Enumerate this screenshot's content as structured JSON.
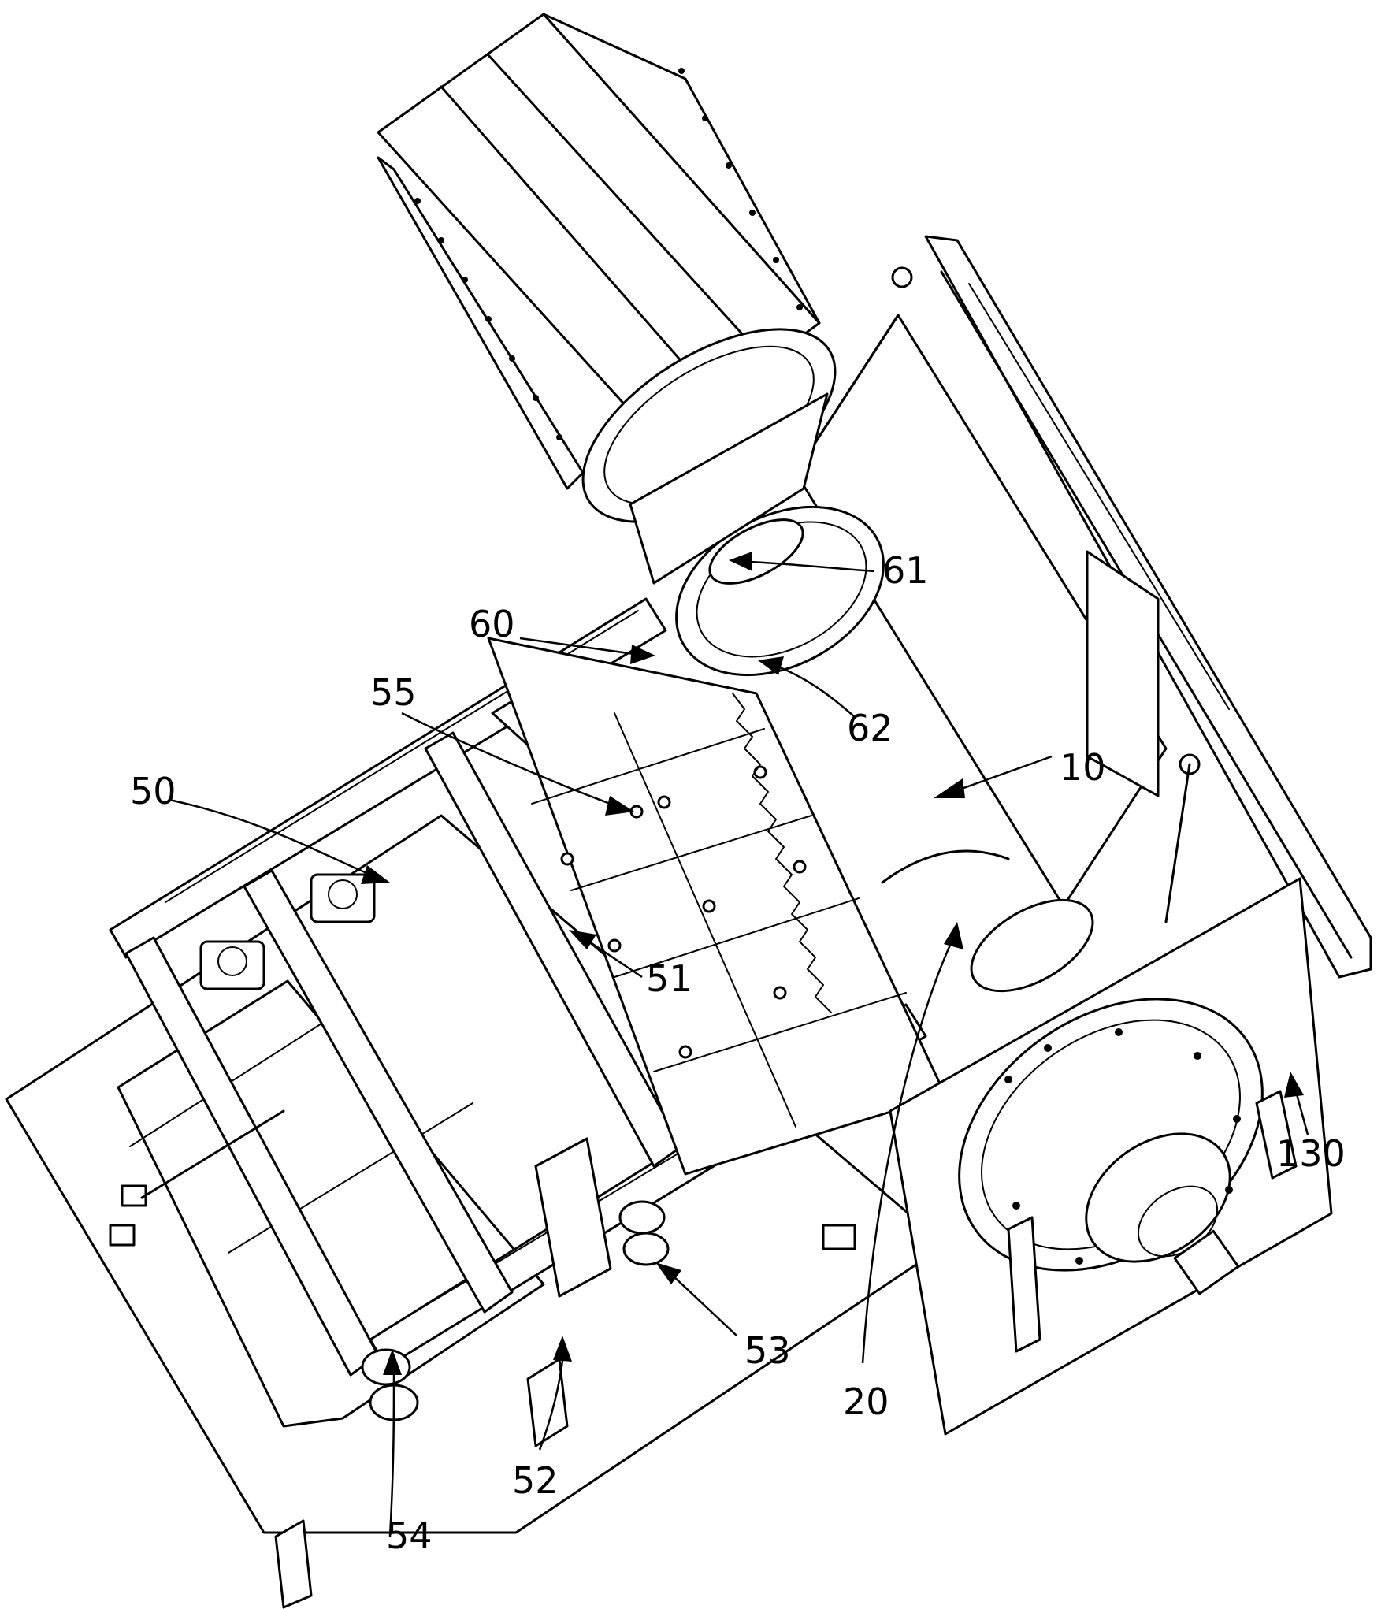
{
  "labels": {
    "l10": "10",
    "l20": "20",
    "l50": "50",
    "l51": "51",
    "l52": "52",
    "l53": "53",
    "l54": "54",
    "l55": "55",
    "l60": "60",
    "l61": "61",
    "l62": "62",
    "l130": "130"
  },
  "colors": {
    "line": "#000000",
    "background": "#ffffff"
  }
}
